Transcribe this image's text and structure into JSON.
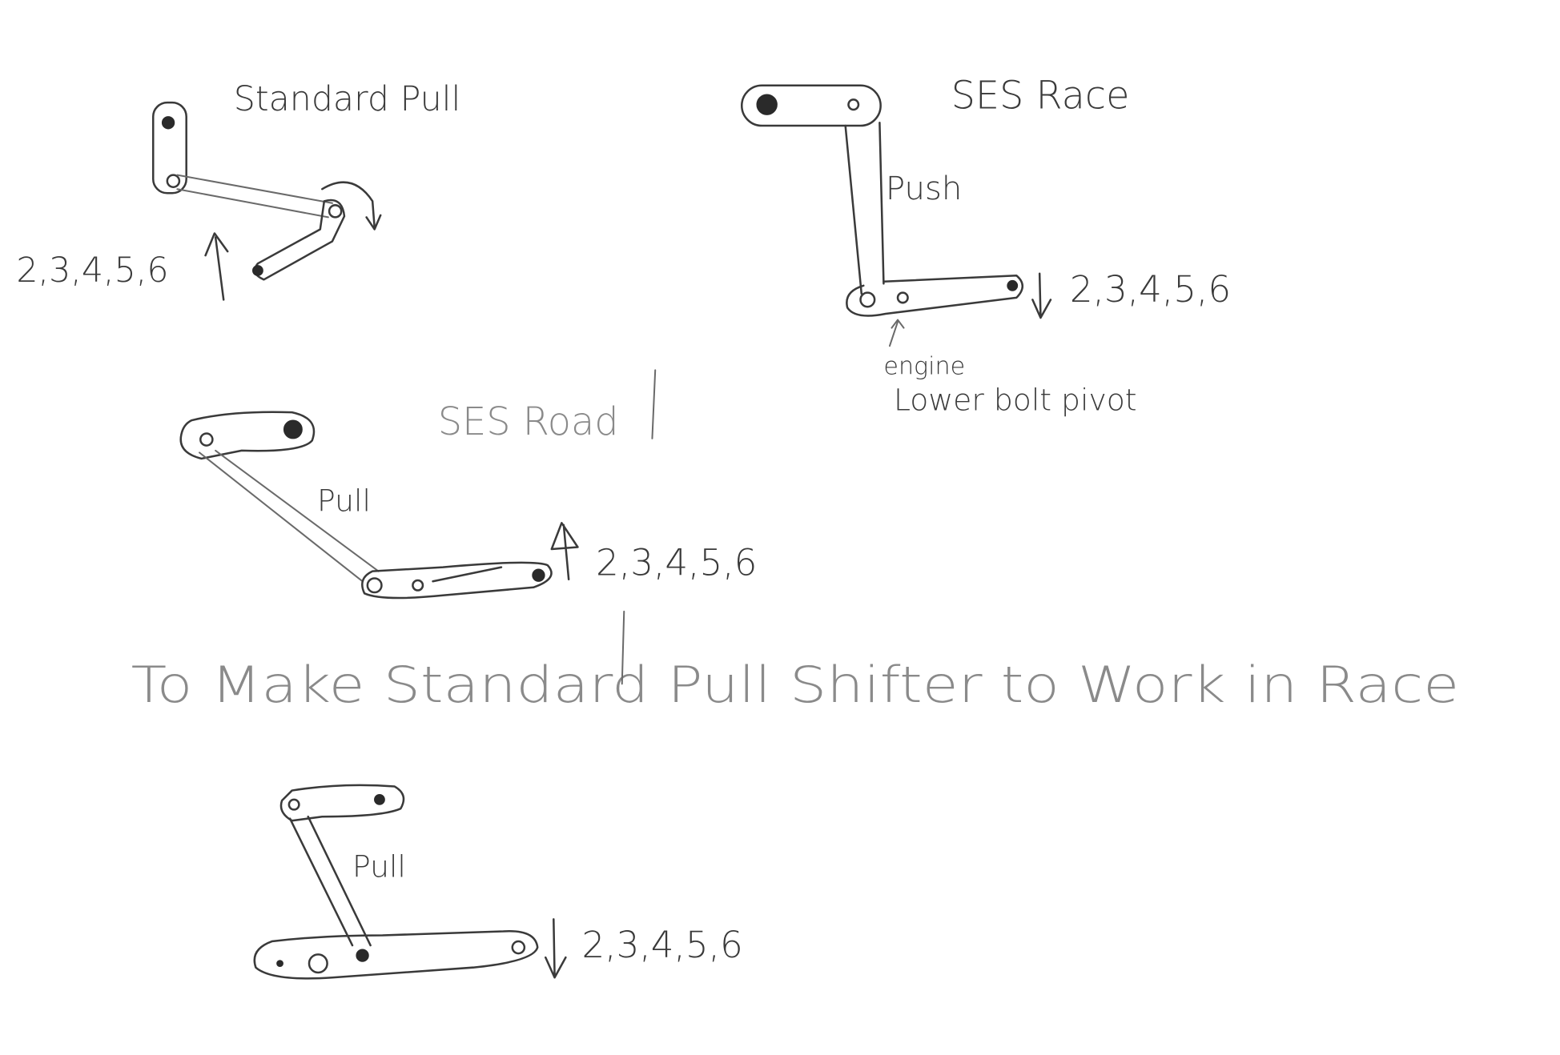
{
  "diagrams": {
    "standard_pull": {
      "title": "Standard Pull",
      "gears": "2,3,4,5,6"
    },
    "ses_race": {
      "title": "SES Race",
      "rod_label": "Push",
      "gears": "2,3,4,5,6",
      "note_line1": "engine",
      "note_line2": "Lower bolt pivot"
    },
    "ses_road": {
      "title": "SES Road",
      "rod_label": "Pull",
      "gears": "2,3,4,5,6"
    },
    "conversion": {
      "rod_label": "Pull",
      "gears": "2,3,4,5,6"
    }
  },
  "heading": "To Make Standard Pull Shifter to Work in Race",
  "colors": {
    "ink": "#3a3a3a",
    "paper": "#ffffff"
  }
}
